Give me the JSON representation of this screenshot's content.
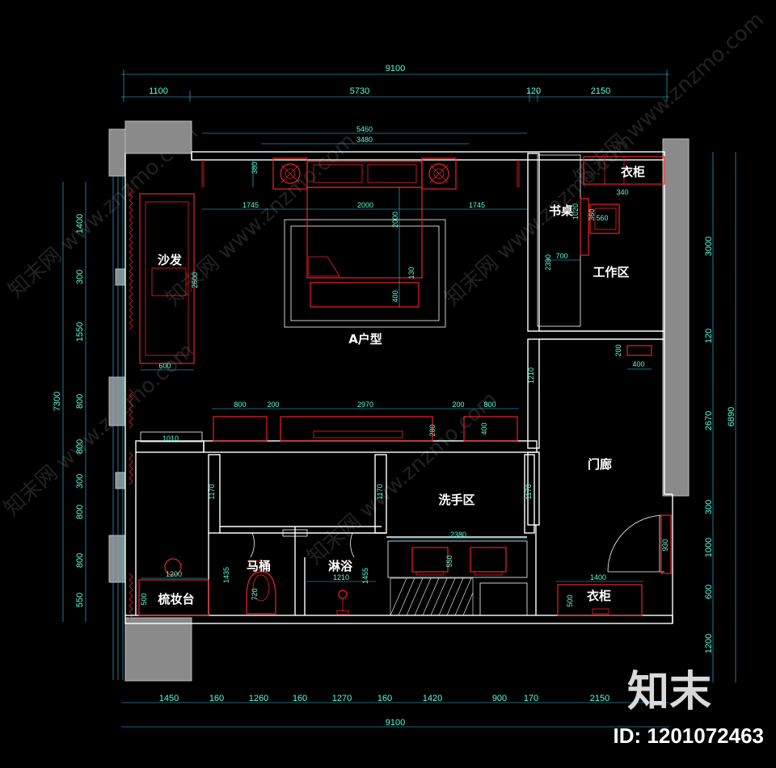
{
  "dimensions": {
    "top_total": "9100",
    "top_segments": [
      "1100",
      "5730",
      "120",
      "2150"
    ],
    "bed_wall_outer": "5460",
    "bed_wall_inner": "3480",
    "bed_width": "2000",
    "bed_side_left": "1745",
    "bed_side_right": "1745",
    "bed_length": "2000",
    "bed_bench": "400",
    "bedside_depth": "380",
    "bed_gap": "130",
    "sofa_length": "2600",
    "sofa_depth": "600",
    "tv_left": "800",
    "tv_gap_left": "200",
    "tv_wall": "2970",
    "tv_gap_right": "200",
    "tv_right": "800",
    "tv_depth": "280",
    "tv_cab_depth": "400",
    "cabinet_1010": "1010",
    "wall_1210": "1210",
    "study_2390": "2390",
    "study_700": "700",
    "study_1020": "1020",
    "study_560": "560",
    "study_360": "360",
    "wardrobe_top": "340",
    "entry_200": "200",
    "entry_400": "400",
    "bath_1170_a": "1170",
    "bath_1170_b": "1170",
    "bath_1170_c": "1170",
    "toilet_1435": "1435",
    "toilet_720": "720",
    "shower_1210": "1210",
    "shower_1455": "1455",
    "basin_2380": "2380",
    "basin_550": "550",
    "dresser_1200": "1200",
    "dresser_500": "500",
    "door_930": "930",
    "wardrobe_1400": "1400",
    "wardrobe_500": "500",
    "left_total": "7300",
    "left_segments": [
      "1400",
      "300",
      "1550",
      "800",
      "800",
      "300",
      "800",
      "800",
      "550"
    ],
    "right_total": "6890",
    "right_segments": [
      "3000",
      "120",
      "2670",
      "300",
      "1000",
      "600",
      "1200"
    ],
    "bottom_segments": [
      "1450",
      "160",
      "1260",
      "160",
      "1270",
      "160",
      "1420",
      "900",
      "170",
      "2150"
    ],
    "bottom_total": "9100"
  },
  "rooms": {
    "sofa": "沙发",
    "unit": "A户型",
    "desk": "书桌",
    "wardrobe_top": "衣柜",
    "workspace": "工作区",
    "corridor": "门廊",
    "wash": "洗手区",
    "toilet": "马桶",
    "shower": "淋浴",
    "dresser": "梳妆台",
    "wardrobe_bottom": "衣柜"
  },
  "watermark": {
    "brand": "知末",
    "id": "ID: 1201072463",
    "tile": "知末网 www.znzmo.com"
  },
  "colors": {
    "background": "#000000",
    "walls": "#ffffff",
    "furniture": "#e02020",
    "dimensions": "#55ddcc",
    "glass": "#33ccee",
    "window_fill": "#8a8a8a"
  }
}
